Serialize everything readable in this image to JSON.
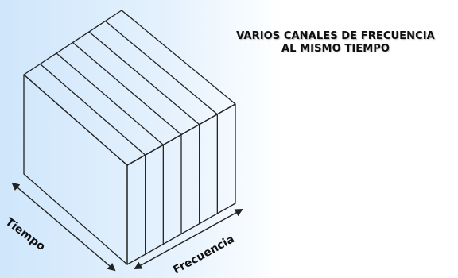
{
  "title": {
    "line1": "VARIOS CANALES DE FRECUENCIA",
    "line2": "AL MISMO TIEMPO"
  },
  "axes": {
    "time_label": "Tiempo",
    "frequency_label": "Frecuencia"
  },
  "channels": {
    "count": 6
  },
  "colors": {
    "ink": "#222222",
    "face": "#ffffff",
    "background_left": "#cfe6fb"
  }
}
